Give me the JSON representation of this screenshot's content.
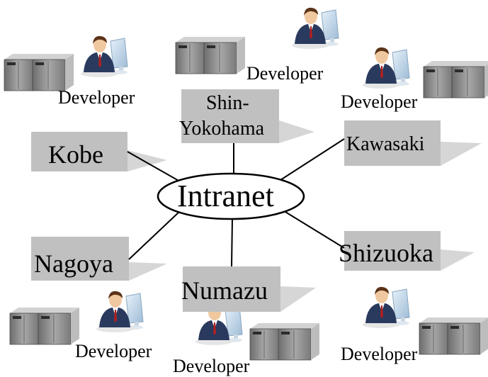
{
  "hub": {
    "label": "Intranet"
  },
  "sites": [
    {
      "id": "kobe",
      "label": "Kobe"
    },
    {
      "id": "shin-yokohama",
      "line1": "Shin-",
      "line2": "Yokohama"
    },
    {
      "id": "kawasaki",
      "label": "Kawasaki"
    },
    {
      "id": "nagoya",
      "label": "Nagoya"
    },
    {
      "id": "numazu",
      "label": "Numazu"
    },
    {
      "id": "shizuoka",
      "label": "Shizuoka"
    }
  ],
  "developers": [
    {
      "id": "kobe",
      "label": "Developer"
    },
    {
      "id": "shin-yokohama",
      "label": "Developer"
    },
    {
      "id": "kawasaki",
      "label": "Developer"
    },
    {
      "id": "nagoya",
      "label": "Developer"
    },
    {
      "id": "numazu",
      "label": "Developer"
    },
    {
      "id": "shizuoka",
      "label": "Developer"
    }
  ],
  "colors": {
    "site_box": "#c0c0c0",
    "site_shadow": "#d6d6d6",
    "line": "#000000",
    "server_body": "#8c8c8c",
    "server_side": "#c4c4c4",
    "person_suit": "#2a3a5e",
    "person_tie": "#b02020",
    "monitor": "#b7d0e4"
  }
}
